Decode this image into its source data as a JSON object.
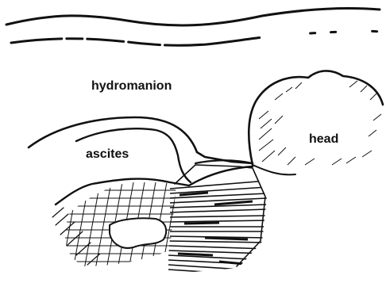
{
  "labels": {
    "hydromanion": "hydromanion",
    "ascites": "ascites",
    "head": "head"
  },
  "colors": {
    "ink": "#111111",
    "paper": "#ffffff"
  }
}
